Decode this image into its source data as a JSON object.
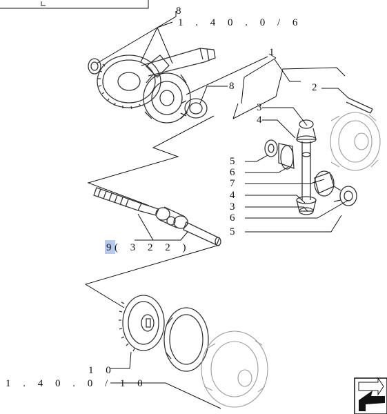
{
  "callouts": {
    "top_ref_num": "8",
    "top_ref_code": "1 . 4 0 . 0 / 6",
    "assembly_main": "1",
    "pin": "2",
    "bearing_right": "8",
    "r1_3": "3",
    "r1_4": "4",
    "r1_5": "5",
    "r1_6": "6",
    "r1_7": "7",
    "r2_4": "4",
    "r2_3": "3",
    "r2_6": "6",
    "r2_5": "5",
    "shaft_num": "9",
    "shaft_ref": "( 3 2 2 )",
    "bottom_ref_num": "1 0",
    "bottom_ref_code": "1 . 4 0 . 0 / 1 0"
  },
  "colors": {
    "line": "#111111",
    "part": "#333333",
    "ghost": "#9a9a9a",
    "highlight": "#9fb8e6"
  },
  "icons": {
    "corner": "next-page-arrow-icon"
  }
}
